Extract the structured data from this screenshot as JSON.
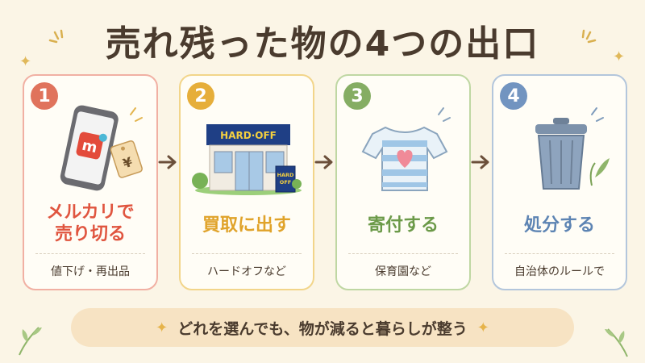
{
  "title": "売れ残った物の4つの出口",
  "steps": [
    {
      "number": "1",
      "label_line1": "メルカリで",
      "label_line2": "売り切る",
      "sub": "値下げ・再出品",
      "tag_text": "¥",
      "app_letter": "m"
    },
    {
      "number": "2",
      "label": "買取に出す",
      "sub": "ハードオフなど",
      "sign_text": "HARD·OFF",
      "board_line1": "HARD",
      "board_line2": "OFF"
    },
    {
      "number": "3",
      "label": "寄付する",
      "sub": "保育園など"
    },
    {
      "number": "4",
      "label": "処分する",
      "sub": "自治体のルールで"
    }
  ],
  "footer": {
    "text": "どれを選んでも、物が減ると暮らしが整う"
  },
  "colors": {
    "card1": "#e0735c",
    "card2": "#e6ae3a",
    "card3": "#85ad63",
    "card4": "#7294c0",
    "background": "#fbf5e6"
  }
}
